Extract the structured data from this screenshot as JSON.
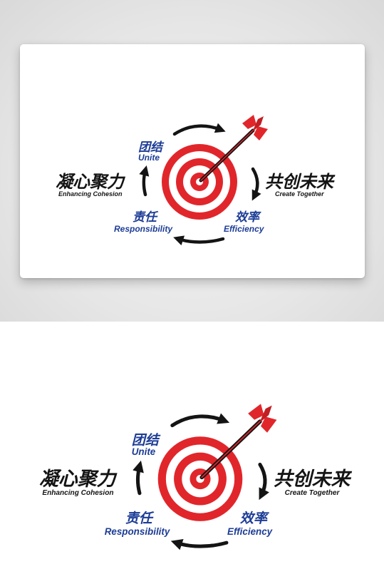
{
  "colors": {
    "target_red": "#e1262b",
    "target_white": "#ffffff",
    "text_dark": "#141414",
    "text_blue": "#1d3d96",
    "arrow": "#141414",
    "frame_bg": "#e3e3e3"
  },
  "logo": {
    "unite_cn": "团结",
    "unite_en": "Unite",
    "left_cn": "凝心聚力",
    "left_en": "Enhancing Cohesion",
    "right_cn": "共创未来",
    "right_en": "Create Together",
    "resp_cn": "责任",
    "resp_en": "Responsibility",
    "eff_cn": "效率",
    "eff_en": "Efficiency",
    "center_icon": "target-with-arrow-icon"
  }
}
